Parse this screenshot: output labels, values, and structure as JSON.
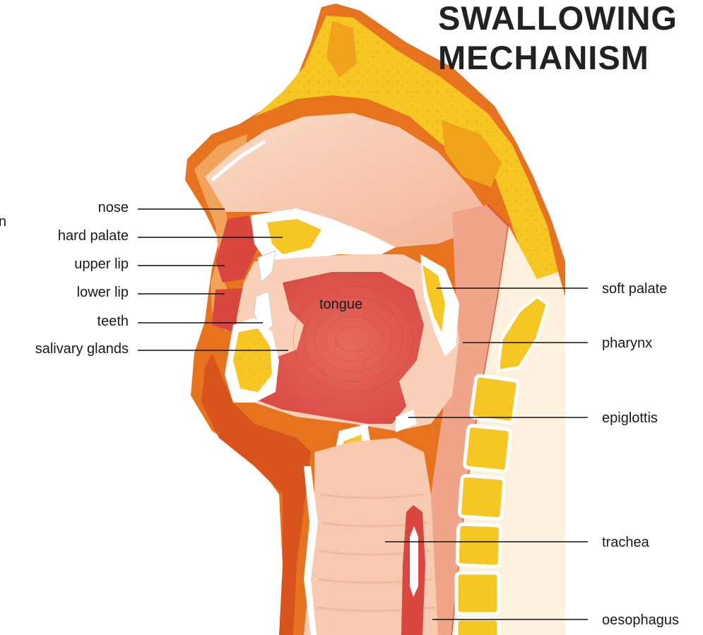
{
  "title": {
    "line1": "SWALLOWING",
    "line2": "MECHANISM"
  },
  "stray_glyph": "n",
  "labels": {
    "nose": "nose",
    "hard_palate": "hard palate",
    "upper_lip": "upper lip",
    "lower_lip": "lower lip",
    "teeth": "teeth",
    "salivary_glands": "salivary glands",
    "tongue": "tongue",
    "soft_palate": "soft palate",
    "pharynx": "pharynx",
    "epiglottis": "epiglottis",
    "trachea": "trachea",
    "oesophagus": "oesophagus"
  },
  "colors": {
    "skin_outline": "#e8731e",
    "skin_dark": "#d9531c",
    "flesh_pink": "#f6c3a4",
    "flesh_light": "#fbe1d0",
    "bone_yellow": "#f6c623",
    "bone_fill": "#fbe07a",
    "tongue_red": "#e0574f",
    "lip_red": "#d9473f",
    "cream": "#fdf1de"
  }
}
